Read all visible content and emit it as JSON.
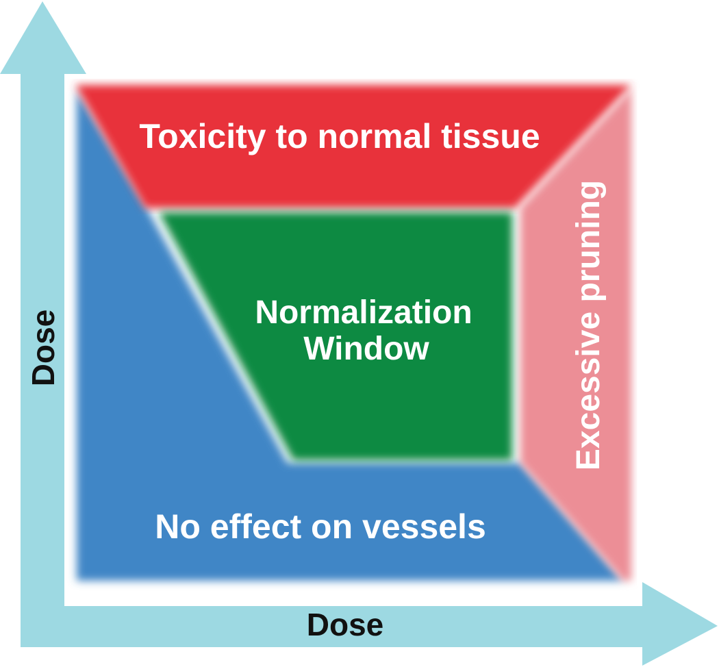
{
  "diagram": {
    "regions": {
      "toxicity": {
        "label": "Toxicity to normal tissue",
        "color": "#e8303a"
      },
      "pruning": {
        "label": "Excessive pruning",
        "color": "#ec8e96"
      },
      "normalization": {
        "line1": "Normalization",
        "line2": "Window",
        "color": "#0a8a43"
      },
      "no_effect": {
        "label": "No effect on vessels",
        "color": "#3f86c6"
      }
    },
    "axes": {
      "y_label": "Dose",
      "x_label": "Dose",
      "color": "#9dd9e2"
    }
  }
}
